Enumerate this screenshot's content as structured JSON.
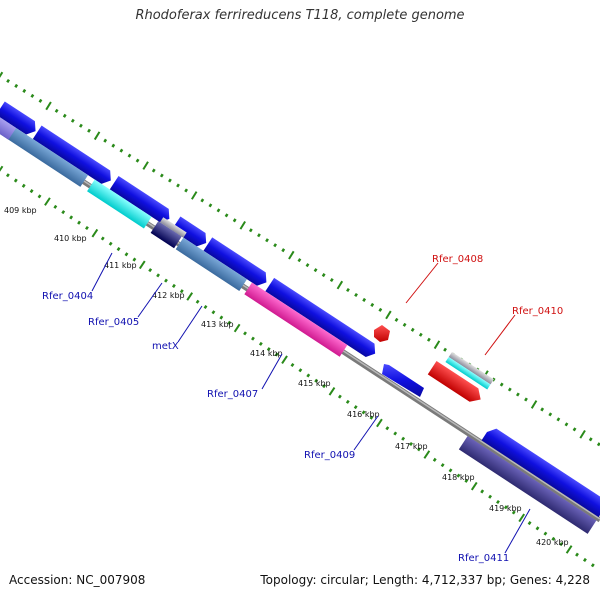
{
  "title": "Rhodoferax ferrireducens T118, complete genome",
  "footer": {
    "accession": "Accession: NC_007908",
    "topology": "Topology: circular; Length: 4,712,337 bp; Genes: 4,228"
  },
  "colors": {
    "backbone": "#8a8a8a",
    "gc_ticks": "#2a8a1a",
    "forward_gene": "#1414e6",
    "reverse_gene": "#e61414",
    "label_forward": "#1010b0",
    "label_reverse": "#d01010"
  },
  "ticks": [
    "409 kbp",
    "410 kbp",
    "411 kbp",
    "412 kbp",
    "413 kbp",
    "414 kbp",
    "415 kbp",
    "416 kbp",
    "417 kbp",
    "418 kbp",
    "419 kbp",
    "420 kbp"
  ],
  "gene_labels": [
    "Rfer_0404",
    "Rfer_0405",
    "metX",
    "Rfer_0407",
    "Rfer_0408",
    "Rfer_0409",
    "Rfer_0410",
    "Rfer_0411"
  ]
}
